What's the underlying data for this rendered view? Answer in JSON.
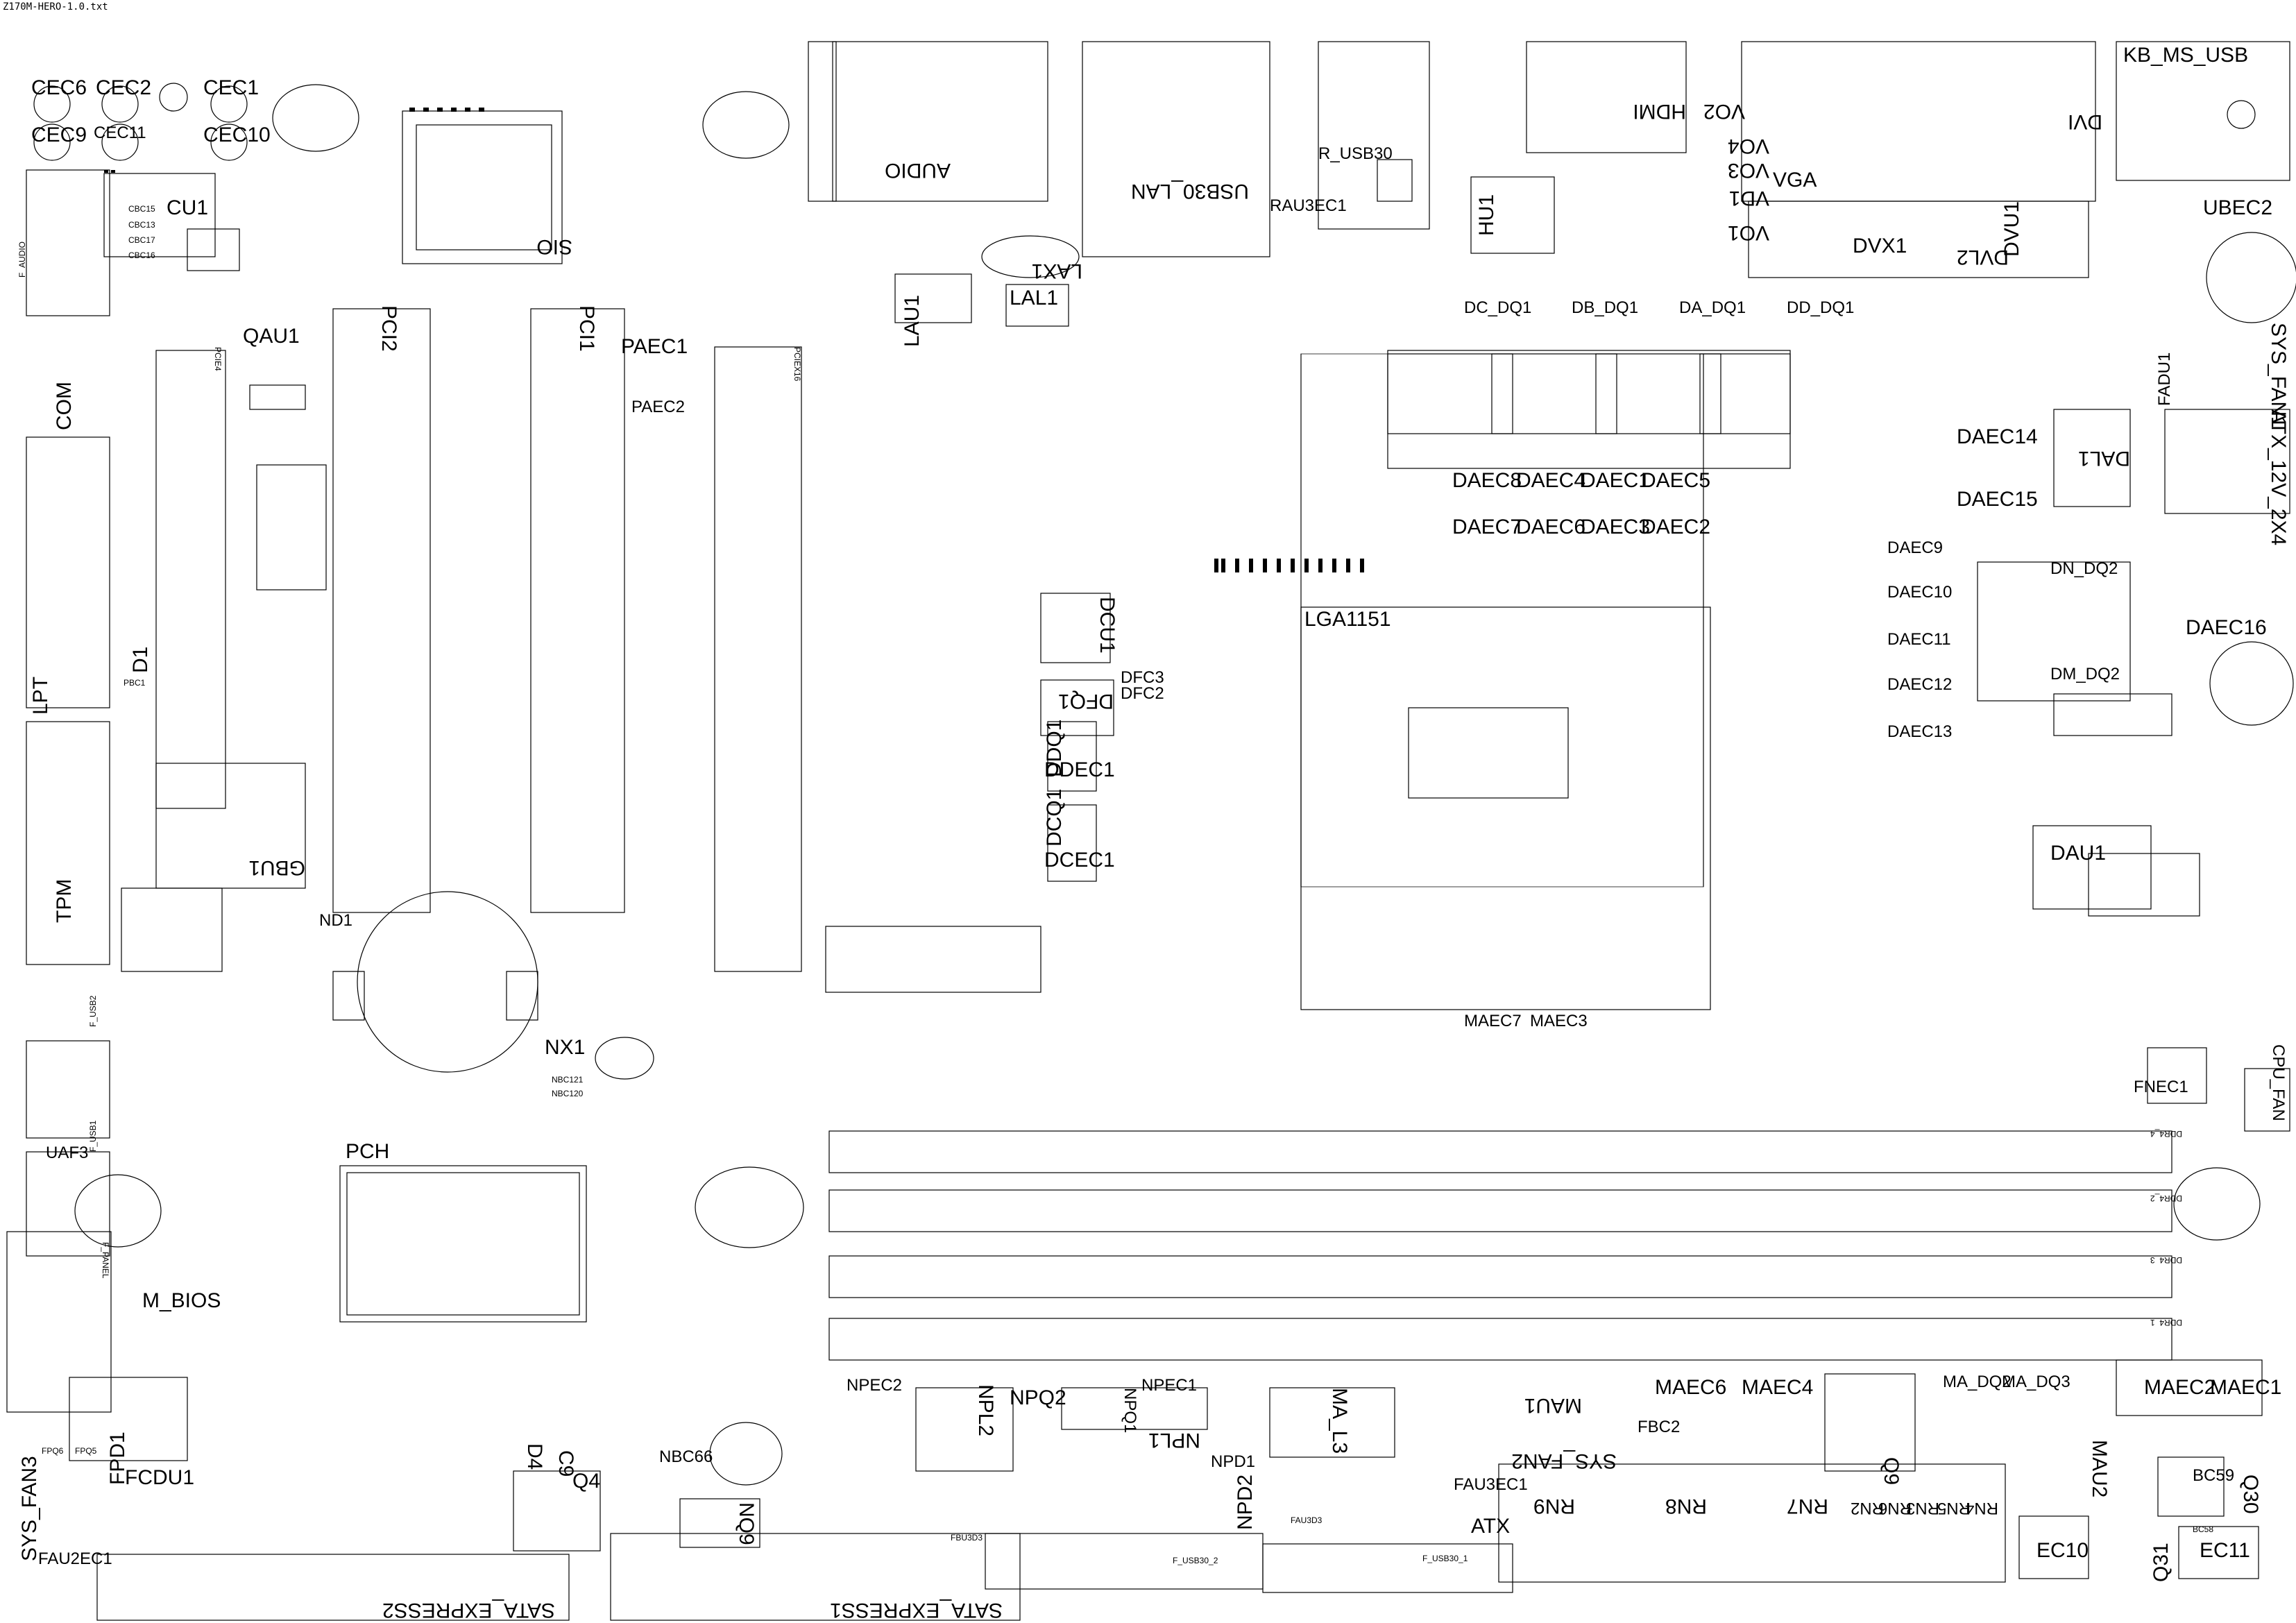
{
  "file_title": "Z170M-HERO-1.0.txt",
  "labels": {
    "cec6": "CEC6",
    "cec2": "CEC2",
    "cec1": "CEC1",
    "cec9": "CEC9",
    "cec11": "CEC11",
    "cec10": "CEC10",
    "cu1": "CU1",
    "cbc15": "CBC15",
    "cbc13": "CBC13",
    "cbc17": "CBC17",
    "cbc16": "CBC16",
    "f_audio": "F_AUDIO",
    "com": "COM",
    "lpt": "LPT",
    "tpm": "TPM",
    "d1": "D1",
    "pbc1": "PBC1",
    "qau1": "QAU1",
    "pci2": "PCI2",
    "pci1": "PCI1",
    "pcie4": "PCIE4",
    "pcie16": "PCIEX16",
    "paec1": "PAEC1",
    "paec2": "PAEC2",
    "sio": "SIO",
    "audio": "AUDIO",
    "lax1": "LAX1",
    "lau1": "LAU1",
    "lal1": "LAL1",
    "usb30_lan": "USB30_LAN",
    "r_usb30": "R_USB30",
    "rau3ec1": "RAU3EC1",
    "hdmi": "HDMI",
    "hu1": "HU1",
    "vga": "VGA",
    "vo2": "VO2",
    "vo4": "VO4",
    "vo3": "VO3",
    "vd1": "VD1",
    "vo1": "VO1",
    "dvi": "DVI",
    "dvx1": "DVX1",
    "dvu1": "DVU1",
    "dvl2": "DVL2",
    "kb_ms_usb": "KB_MS_USB",
    "ubec2": "UBEC2",
    "sys_fan1": "SYS_FAN1",
    "fadu1": "FADU1",
    "atx_12v_2x4": "ATX_12V_2X4",
    "dal1": "DAL1",
    "dc_dq1": "DC_DQ1",
    "db_dq1": "DB_DQ1",
    "da_dq1": "DA_DQ1",
    "dd_dq1": "DD_DQ1",
    "daec8": "DAEC8",
    "daec4": "DAEC4",
    "daec1": "DAEC1",
    "daec5": "DAEC5",
    "daec7": "DAEC7",
    "daec6": "DAEC6",
    "daec3": "DAEC3",
    "daec2": "DAEC2",
    "daec14": "DAEC14",
    "daec15": "DAEC15",
    "daec9": "DAEC9",
    "daec10": "DAEC10",
    "daec11": "DAEC11",
    "daec12": "DAEC12",
    "daec13": "DAEC13",
    "daec16": "DAEC16",
    "dn_dq2": "DN_DQ2",
    "dm_dq2": "DM_DQ2",
    "dau1": "DAU1",
    "lga1151": "LGA1151",
    "dcu1": "DCU1",
    "dfq1": "DFQ1",
    "dfc3": "DFC3",
    "dfc2": "DFC2",
    "ddq1": "DDQ1",
    "ddec1": "DDEC1",
    "dcq1": "DCQ1",
    "dcec1": "DCEC1",
    "gbu1": "GBU1",
    "nd1": "ND1",
    "nx1": "NX1",
    "nbc121": "NBC121",
    "nbc120": "NBC120",
    "pch": "PCH",
    "maec7": "MAEC7",
    "maec3": "MAEC3",
    "fnec1": "FNEC1",
    "cpu_fan": "CPU_FAN",
    "m_bios": "M_BIOS",
    "f_panel": "F_PANEL",
    "f_usb2": "F_USB2",
    "f_usb1": "F_USB1",
    "uaf3": "UAF3",
    "ddr4_4": "DDR4_4",
    "ddr4_2": "DDR4_2",
    "ddr4_3": "DDR4_3",
    "ddr4_1": "DDR4_1",
    "npec2": "NPEC2",
    "npl2": "NPL2",
    "npq2": "NPQ2",
    "npq1": "NPQ1",
    "npec1": "NPEC1",
    "npl1": "NPL1",
    "npd1": "NPD1",
    "npd2": "NPD2",
    "ma_l3": "MA_L3",
    "mau1": "MAU1",
    "maec6": "MAEC6",
    "maec4": "MAEC4",
    "ma_dq2": "MA_DQ2",
    "ma_dq3": "MA_DQ3",
    "maec2": "MAEC2",
    "maec1": "MAEC1",
    "mau2": "MAU2",
    "fbc2": "FBC2",
    "sys_fan2": "SYS_FAN2",
    "fau3ec1": "FAU3EC1",
    "atx": "ATX",
    "rn9": "RN9",
    "rn8": "RN8",
    "rn7": "RN7",
    "rn2": "RN2",
    "rn6": "RN6",
    "rn3": "RN3",
    "rn5": "RN5",
    "rn4": "RN4",
    "q9": "Q9",
    "q4": "Q4",
    "c9": "C9",
    "d4": "D4",
    "nq9": "NQ9",
    "nbc66": "NBC66",
    "fpd1": "FPD1",
    "fcdu1": "FCDU1",
    "fpq6": "FPQ6",
    "fpq5": "FPQ5",
    "sys_fan3": "SYS_FAN3",
    "fau2ec1": "FAU2EC1",
    "ec10": "EC10",
    "ec11": "EC11",
    "q30": "Q30",
    "q31": "Q31",
    "bc59": "BC59",
    "bc58": "BC58",
    "sata_express2": "SATA_EXPRESS2",
    "sata_express1": "SATA_EXPRESS1",
    "f_usb30_2": "F_USB30_2",
    "f_usb30_1": "F_USB30_1",
    "fbu3d3": "FBU3D3",
    "fau3d3": "FAU3D3"
  }
}
